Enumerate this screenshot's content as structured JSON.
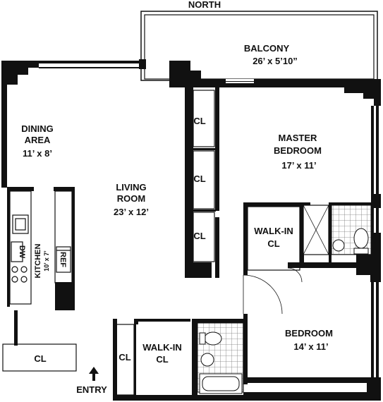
{
  "compass": {
    "north": "NORTH"
  },
  "rooms": {
    "balcony": {
      "name": "BALCONY",
      "dims": "26’ x 5’10”"
    },
    "dining": {
      "name_line1": "DINING",
      "name_line2": "AREA",
      "dims": "11’ x 8’"
    },
    "living": {
      "name_line1": "LIVING",
      "name_line2": "ROOM",
      "dims": "23’ x 12’"
    },
    "master": {
      "name_line1": "MASTER",
      "name_line2": "BEDROOM",
      "dims": "17’ x 11’"
    },
    "kitchen": {
      "name": "KITCHEN",
      "dims": "10’ x 7’"
    },
    "bedroom": {
      "name": "BEDROOM",
      "dims": "14’ x 11’"
    },
    "walkin_master": {
      "line1": "WALK-IN",
      "line2": "CL"
    },
    "walkin_entry": {
      "line1": "WALK-IN",
      "line2": "CL"
    }
  },
  "closets": {
    "cl1": "CL",
    "cl2": "CL",
    "cl3": "CL",
    "cl_foyer": "CL",
    "cl_kitchen": "CL"
  },
  "appliances": {
    "dishwasher": "DW",
    "refrigerator": "REF"
  },
  "entry": {
    "label": "ENTRY"
  }
}
